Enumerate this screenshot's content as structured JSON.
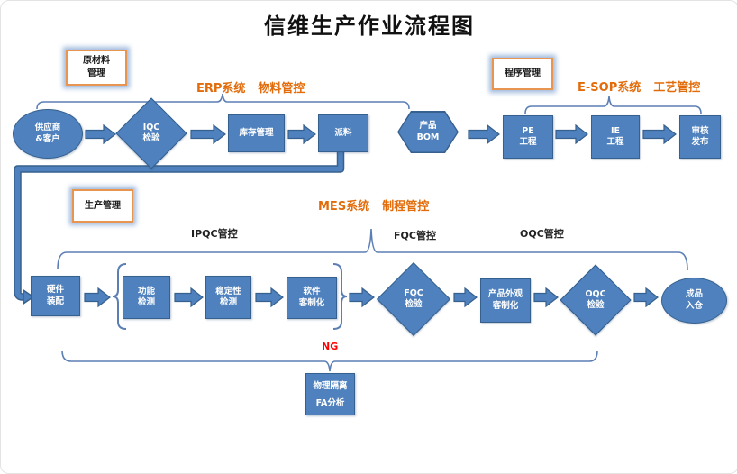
{
  "title": "信维生产作业流程图",
  "colors": {
    "shape_fill": "#4E81BD",
    "shape_border": "#36608E",
    "accent_orange": "#E36C0A",
    "tag_border": "#E8954F",
    "ng_red": "#FF0000",
    "wire_blue": "#5B7FB5"
  },
  "tags": {
    "raw_material": "原材料\n管理",
    "program": "程序管理",
    "production": "生产管理"
  },
  "systems": {
    "erp": {
      "name": "ERP系统",
      "scope": "物料管控"
    },
    "esop": {
      "name": "E-SOP系统",
      "scope": "工艺管控"
    },
    "mes": {
      "name": "MES系统",
      "scope": "制程管控"
    }
  },
  "qc": {
    "ipqc": "IPQC管控",
    "fqc": "FQC管控",
    "oqc": "OQC管控",
    "ng": "NG"
  },
  "nodes": {
    "supplier": "供应商\n&客户",
    "iqc": "IQC\n检验",
    "inventory": "库存管理",
    "dispatch": "派料",
    "bom": "产品\nBOM",
    "pe": "PE\n工程",
    "ie": "IE\n工程",
    "audit": "审核\n发布",
    "assembly": "硬件\n装配",
    "func_test": "功能\n检测",
    "stability": "稳定性\n检测",
    "software": "软件\n客制化",
    "fqc": "FQC\n检验",
    "appearance": "产品外观\n客制化",
    "oqc": "OQC\n检验",
    "warehouse": "成品\n入仓",
    "fa": "物理隔离\nFA分析"
  }
}
